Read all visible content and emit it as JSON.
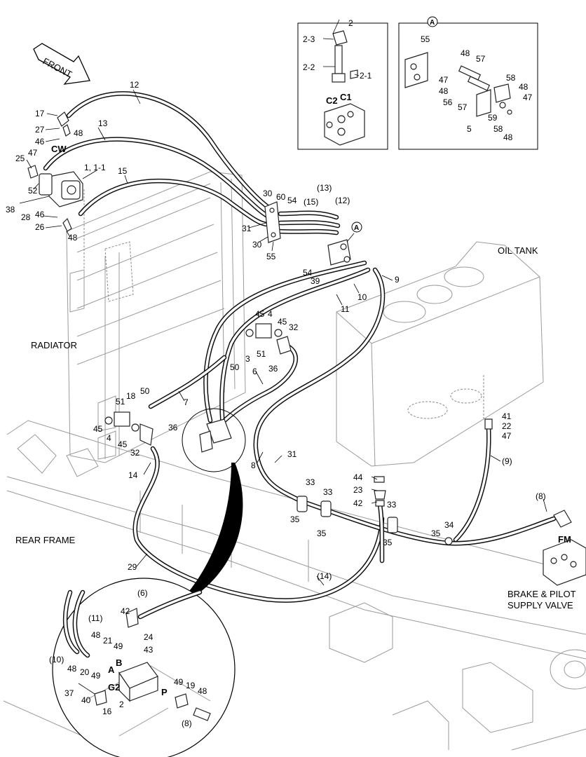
{
  "labels": {
    "front": "FRONT",
    "radiator": "RADIATOR",
    "rear_frame": "REAR FRAME",
    "oil_tank": "OIL TANK",
    "brake_valve_1": "BRAKE & PILOT",
    "brake_valve_2": "SUPPLY VALVE",
    "cw": "CW",
    "fm": "FM",
    "c1": "C1",
    "c2": "C2",
    "port_a": "A",
    "port_b": "B",
    "port_g2": "G2",
    "port_p": "P",
    "detail_a": "A",
    "ref_a": "A"
  },
  "callouts": {
    "box2": {
      "n2": "2",
      "n2_3": "2-3",
      "n2_2": "2-2",
      "n2_1": "2-1"
    },
    "boxA": {
      "n55": "55",
      "n48a": "48",
      "n57a": "57",
      "n47a": "47",
      "n48b": "48",
      "n56": "56",
      "n57b": "57",
      "n58a": "58",
      "n48c": "48",
      "n47b": "47",
      "n5": "5",
      "n59": "59",
      "n58b": "58",
      "n48d": "48"
    },
    "pump": {
      "n17": "17",
      "n27": "27",
      "n48a": "48",
      "n46a": "46",
      "n25": "25",
      "n47": "47",
      "n52": "52",
      "n1": "1, 1-1",
      "n38": "38",
      "n28": "28",
      "n46b": "46",
      "n26": "26",
      "n48b": "48"
    },
    "hoses_top": {
      "n12": "12",
      "n13": "13",
      "n15": "15",
      "n30a": "30",
      "n60": "60",
      "n54a": "54",
      "n31a": "31",
      "n30b": "30",
      "n55": "55",
      "p13": "(13)",
      "p15": "(15)",
      "p12": "(12)",
      "n54b": "54",
      "n39": "39",
      "n9": "9",
      "n10": "10",
      "n11": "11"
    },
    "middle": {
      "n45a": "45",
      "n4a": "4",
      "n45b": "45",
      "n32a": "32",
      "n51a": "51",
      "n3": "3",
      "n50a": "50",
      "n36a": "36",
      "n6": "6",
      "n50b": "50",
      "n18": "18",
      "n51b": "51",
      "n7": "7",
      "n45c": "45",
      "n4b": "4",
      "n45d": "45",
      "n32b": "32",
      "n36b": "36",
      "n8": "8",
      "n31b": "31",
      "n14": "14"
    },
    "lower": {
      "n41": "41",
      "n22": "22",
      "n47": "47",
      "p9": "(9)",
      "n44": "44",
      "n23": "23",
      "n42": "42",
      "n33a": "33",
      "n33b": "33",
      "n33c": "33",
      "n35a": "35",
      "n35b": "35",
      "n35c": "35",
      "n35d": "35",
      "n34": "34",
      "p8": "(8)",
      "n29": "29",
      "p14": "(14)"
    },
    "inset": {
      "p6": "(6)",
      "n42": "42",
      "n24": "24",
      "n43": "43",
      "p11": "(11)",
      "n48a": "48",
      "n21": "21",
      "n49a": "49",
      "p10": "(10)",
      "n48b": "48",
      "n20": "20",
      "n49b": "49",
      "n37": "37",
      "n40": "40",
      "n16": "16",
      "n2": "2",
      "n49c": "49",
      "n19": "19",
      "n48c": "48",
      "p8": "(8)"
    }
  }
}
